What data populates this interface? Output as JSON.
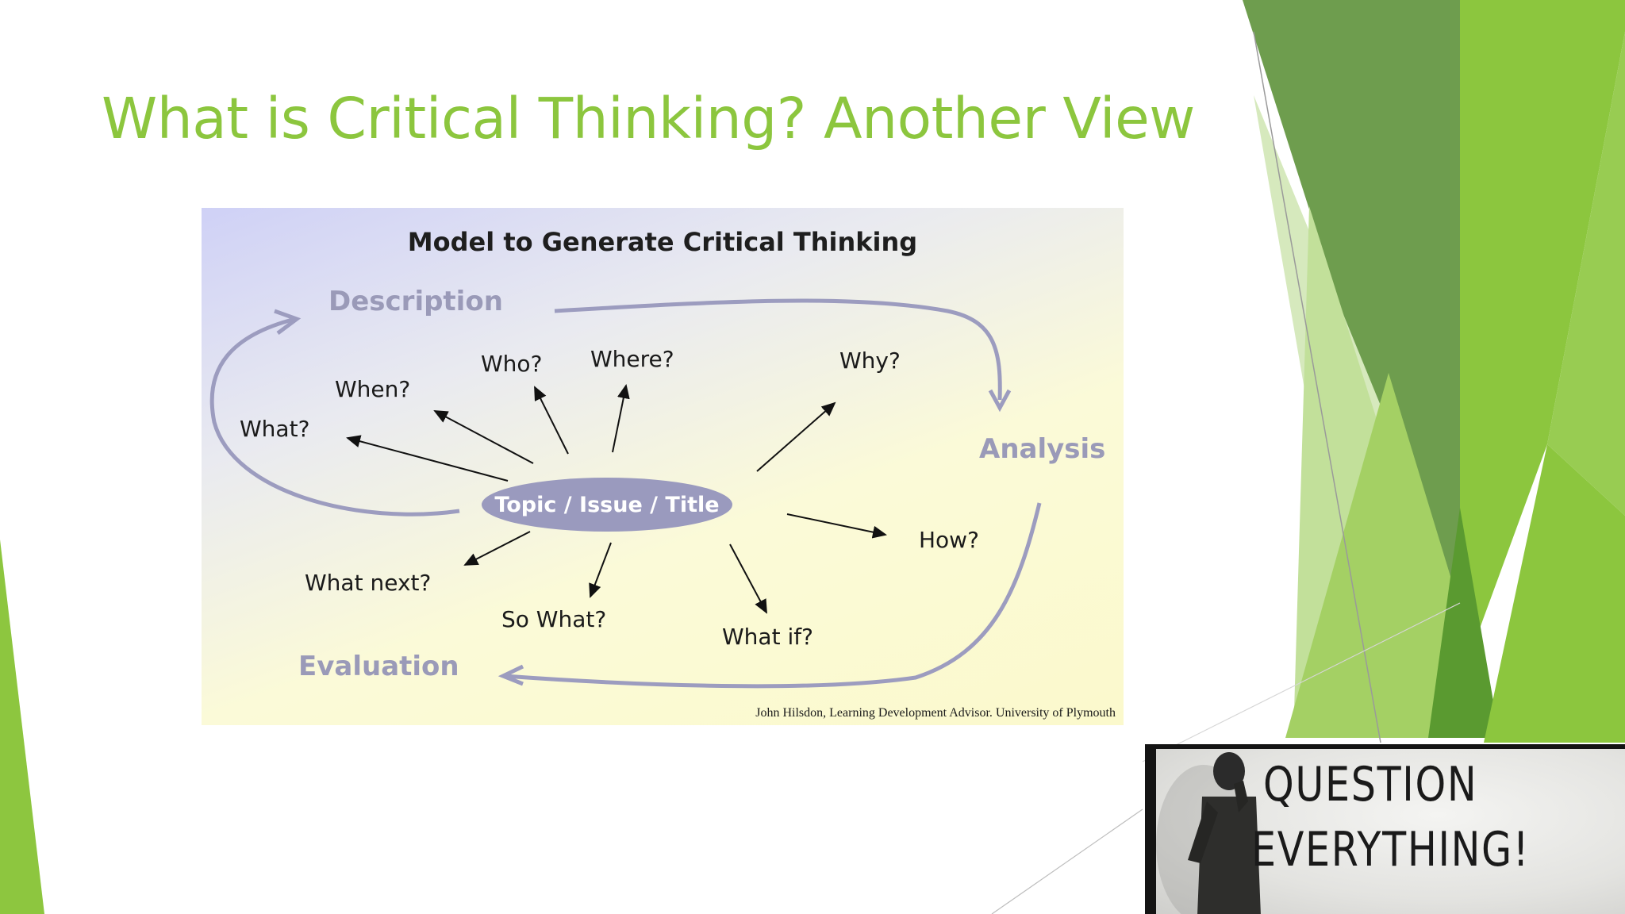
{
  "slide": {
    "title": "What is Critical Thinking? Another View"
  },
  "diagram": {
    "title": "Model to Generate Critical Thinking",
    "stages": {
      "description": "Description",
      "analysis": "Analysis",
      "evaluation": "Evaluation"
    },
    "topic": "Topic / Issue / Title",
    "questions": {
      "who": "Who?",
      "where": "Where?",
      "when": "When?",
      "what": "What?",
      "why": "Why?",
      "how": "How?",
      "what_next": "What next?",
      "so_what": "So What?",
      "what_if": "What if?"
    },
    "credit": "John Hilsdon, Learning Development Advisor.  University of Plymouth"
  },
  "photo": {
    "line1": "QUESTION",
    "line2": "EVERYTHING!"
  },
  "colors": {
    "title": "#8cc63e",
    "stage": "#9a9ab8",
    "topic_fill": "#9a9abe",
    "green_dark": "#5f9e37",
    "green_light": "#b9d98a"
  }
}
